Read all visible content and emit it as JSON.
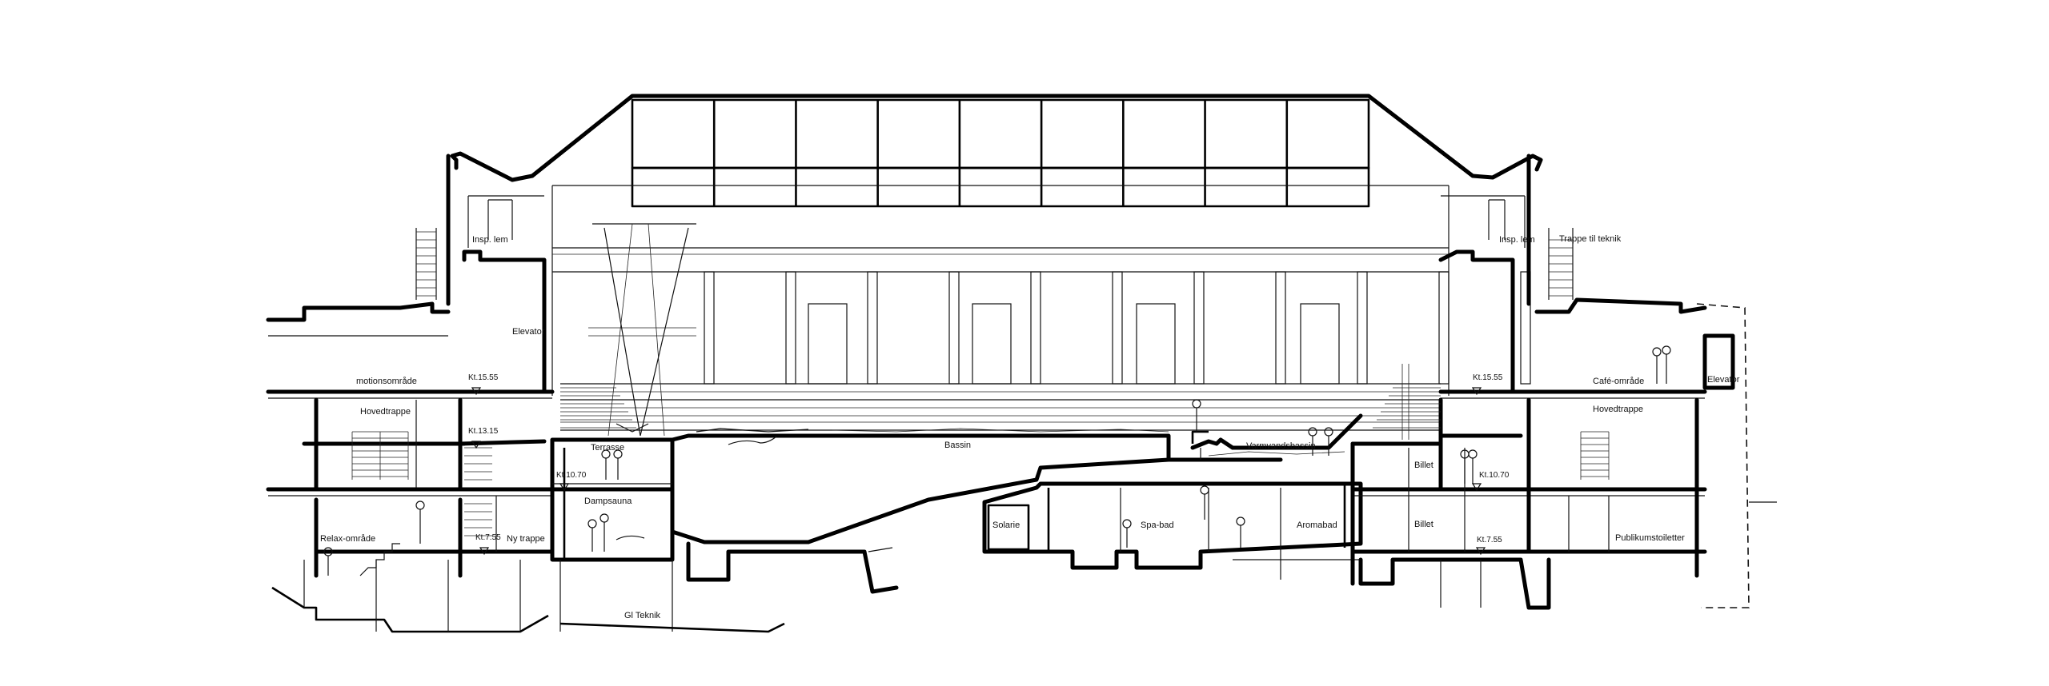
{
  "drawing": {
    "labels": {
      "inspection_left": "Insp. lem",
      "inspection_right": "Insp. lem",
      "stair_to_technical": "Trappe til teknik",
      "elevator_left": "Elevator",
      "elevator_right": "Elevator",
      "exercise_area": "motionsområde",
      "cafe_area": "Café-område",
      "main_stair_left": "Hovedtrappe",
      "main_stair_right": "Hovedtrappe",
      "level_1555_left": "Kt.15.55",
      "level_1555_right": "Kt.15.55",
      "level_1315": "Kt.13.15",
      "level_1070_left": "Kt.10.70",
      "level_1070_right": "Kt.10.70",
      "level_755_left": "Kt.7.55",
      "level_755_right": "Kt.7.55",
      "terrace": "Terrasse",
      "steam_sauna": "Dampsauna",
      "relax_area": "Relax-område",
      "new_stair": "Ny trappe",
      "basin": "Bassin",
      "warm_water_basin": "Varmvandsbassin",
      "ticket_upper": "Billet",
      "ticket_lower": "Billet",
      "solarium": "Solarie",
      "spa_bath": "Spa-bad",
      "aroma_bath": "Aromabad",
      "public_toilets": "Publikumstoiletter",
      "old_technical": "Gl Teknik"
    }
  }
}
